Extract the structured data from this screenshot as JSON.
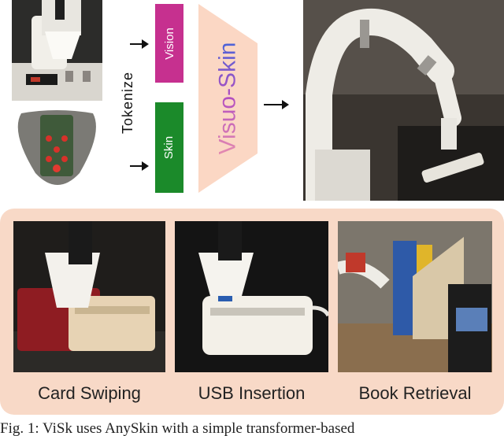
{
  "top": {
    "tokenize_label": "Tokenize",
    "vision_token_label": "Vision",
    "skin_token_label": "Skin",
    "model_name": "Visuo-Skin"
  },
  "tasks": [
    {
      "label": "Card Swiping"
    },
    {
      "label": "USB Insertion"
    },
    {
      "label": "Book Retrieval"
    }
  ],
  "caption": "Fig. 1: ViSk uses AnySkin with a simple transformer-based",
  "colors": {
    "vision": "#c6308f",
    "skin": "#1b8a2a",
    "panel": "#f8d9c7",
    "trapezoid": "#fbd7c4"
  },
  "icons": [
    "arrow-right-icon"
  ]
}
